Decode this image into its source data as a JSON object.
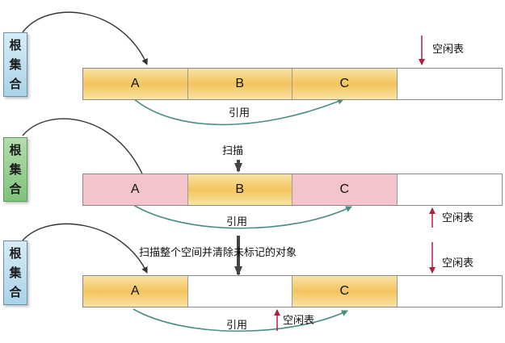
{
  "root_label": [
    "根",
    "集",
    "合"
  ],
  "rows": [
    {
      "root_color": "blue",
      "cells": [
        {
          "label": "A",
          "fill": "yellow"
        },
        {
          "label": "B",
          "fill": "yellow"
        },
        {
          "label": "C",
          "fill": "yellow"
        },
        {
          "label": "",
          "fill": "empty"
        }
      ],
      "ref_label": "引用",
      "free_label": "空闲表"
    },
    {
      "root_color": "green",
      "cells": [
        {
          "label": "A",
          "fill": "pink"
        },
        {
          "label": "B",
          "fill": "yellow"
        },
        {
          "label": "C",
          "fill": "pink"
        },
        {
          "label": "",
          "fill": "empty"
        }
      ],
      "ref_label": "引用",
      "free_label": "空闲表"
    },
    {
      "root_color": "blue",
      "cells": [
        {
          "label": "A",
          "fill": "yellow"
        },
        {
          "label": "",
          "fill": "empty"
        },
        {
          "label": "C",
          "fill": "yellow"
        },
        {
          "label": "",
          "fill": "empty"
        }
      ],
      "ref_label": "引用",
      "free_labels": [
        "空闲表",
        "空闲表"
      ]
    }
  ],
  "steps": [
    "扫描",
    "扫描整个空间并清除未标记的对象"
  ],
  "colors": {
    "root_arrow": "#333333",
    "ref_arrow": "#4a8c86",
    "free_arrow": "#b0203a",
    "step_arrow": "#444444",
    "yellow": "#f3c45c",
    "pink": "#f4c4cc"
  }
}
